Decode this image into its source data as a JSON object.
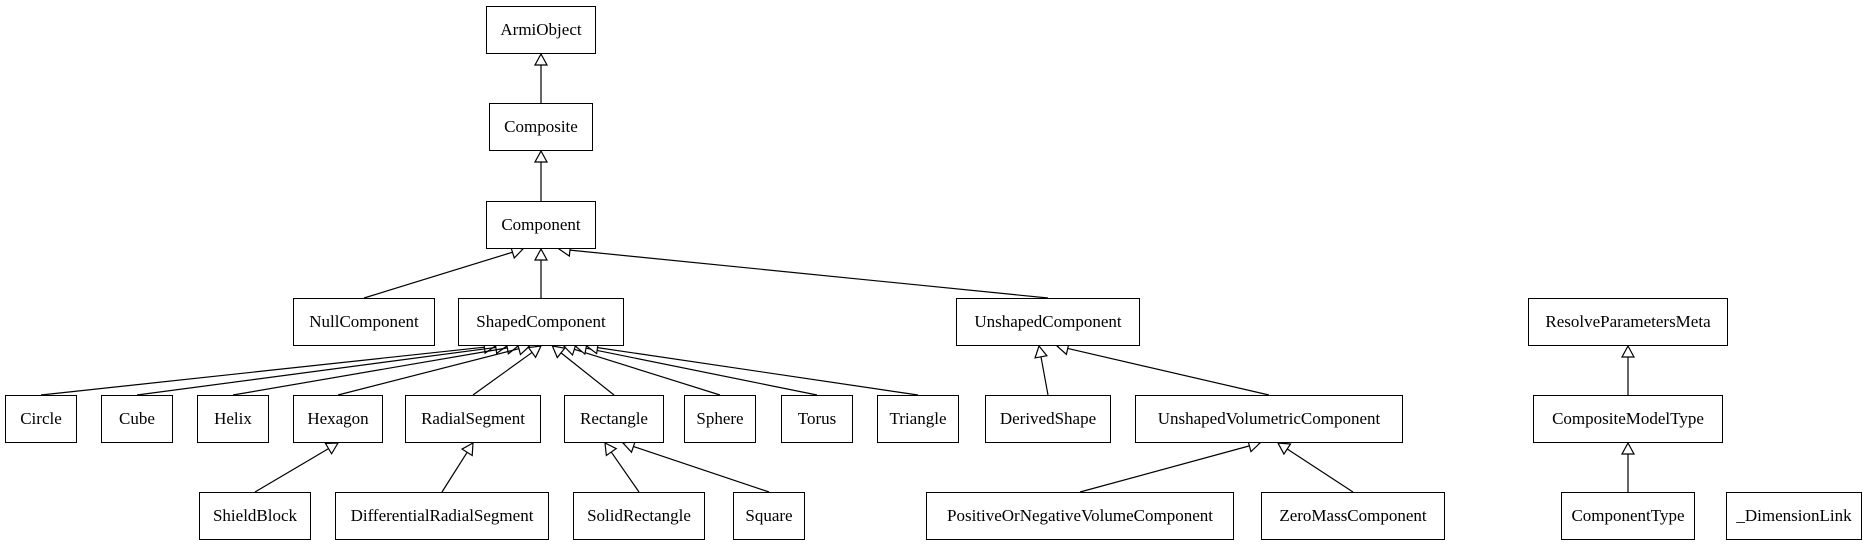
{
  "nodes": [
    {
      "id": "ArmiObject",
      "label": "ArmiObject"
    },
    {
      "id": "Composite",
      "label": "Composite"
    },
    {
      "id": "Component",
      "label": "Component"
    },
    {
      "id": "NullComponent",
      "label": "NullComponent"
    },
    {
      "id": "ShapedComponent",
      "label": "ShapedComponent"
    },
    {
      "id": "UnshapedComponent",
      "label": "UnshapedComponent"
    },
    {
      "id": "Circle",
      "label": "Circle"
    },
    {
      "id": "Cube",
      "label": "Cube"
    },
    {
      "id": "Helix",
      "label": "Helix"
    },
    {
      "id": "Hexagon",
      "label": "Hexagon"
    },
    {
      "id": "RadialSegment",
      "label": "RadialSegment"
    },
    {
      "id": "Rectangle",
      "label": "Rectangle"
    },
    {
      "id": "Sphere",
      "label": "Sphere"
    },
    {
      "id": "Torus",
      "label": "Torus"
    },
    {
      "id": "Triangle",
      "label": "Triangle"
    },
    {
      "id": "DerivedShape",
      "label": "DerivedShape"
    },
    {
      "id": "UnshapedVolumetricComponent",
      "label": "UnshapedVolumetricComponent"
    },
    {
      "id": "ShieldBlock",
      "label": "ShieldBlock"
    },
    {
      "id": "DifferentialRadialSegment",
      "label": "DifferentialRadialSegment"
    },
    {
      "id": "SolidRectangle",
      "label": "SolidRectangle"
    },
    {
      "id": "Square",
      "label": "Square"
    },
    {
      "id": "PositiveOrNegativeVolumeComponent",
      "label": "PositiveOrNegativeVolumeComponent"
    },
    {
      "id": "ZeroMassComponent",
      "label": "ZeroMassComponent"
    },
    {
      "id": "ResolveParametersMeta",
      "label": "ResolveParametersMeta"
    },
    {
      "id": "CompositeModelType",
      "label": "CompositeModelType"
    },
    {
      "id": "ComponentType",
      "label": "ComponentType"
    },
    {
      "id": "_DimensionLink",
      "label": "_DimensionLink"
    }
  ],
  "edges": [
    {
      "from": "Composite",
      "to": "ArmiObject"
    },
    {
      "from": "Component",
      "to": "Composite"
    },
    {
      "from": "NullComponent",
      "to": "Component"
    },
    {
      "from": "ShapedComponent",
      "to": "Component"
    },
    {
      "from": "UnshapedComponent",
      "to": "Component"
    },
    {
      "from": "Circle",
      "to": "ShapedComponent"
    },
    {
      "from": "Cube",
      "to": "ShapedComponent"
    },
    {
      "from": "Helix",
      "to": "ShapedComponent"
    },
    {
      "from": "Hexagon",
      "to": "ShapedComponent"
    },
    {
      "from": "RadialSegment",
      "to": "ShapedComponent"
    },
    {
      "from": "Rectangle",
      "to": "ShapedComponent"
    },
    {
      "from": "Sphere",
      "to": "ShapedComponent"
    },
    {
      "from": "Torus",
      "to": "ShapedComponent"
    },
    {
      "from": "Triangle",
      "to": "ShapedComponent"
    },
    {
      "from": "DerivedShape",
      "to": "UnshapedComponent"
    },
    {
      "from": "UnshapedVolumetricComponent",
      "to": "UnshapedComponent"
    },
    {
      "from": "ShieldBlock",
      "to": "Hexagon"
    },
    {
      "from": "DifferentialRadialSegment",
      "to": "RadialSegment"
    },
    {
      "from": "SolidRectangle",
      "to": "Rectangle"
    },
    {
      "from": "Square",
      "to": "Rectangle"
    },
    {
      "from": "PositiveOrNegativeVolumeComponent",
      "to": "UnshapedVolumetricComponent"
    },
    {
      "from": "ZeroMassComponent",
      "to": "UnshapedVolumetricComponent"
    },
    {
      "from": "CompositeModelType",
      "to": "ResolveParametersMeta"
    },
    {
      "from": "ComponentType",
      "to": "CompositeModelType"
    }
  ]
}
